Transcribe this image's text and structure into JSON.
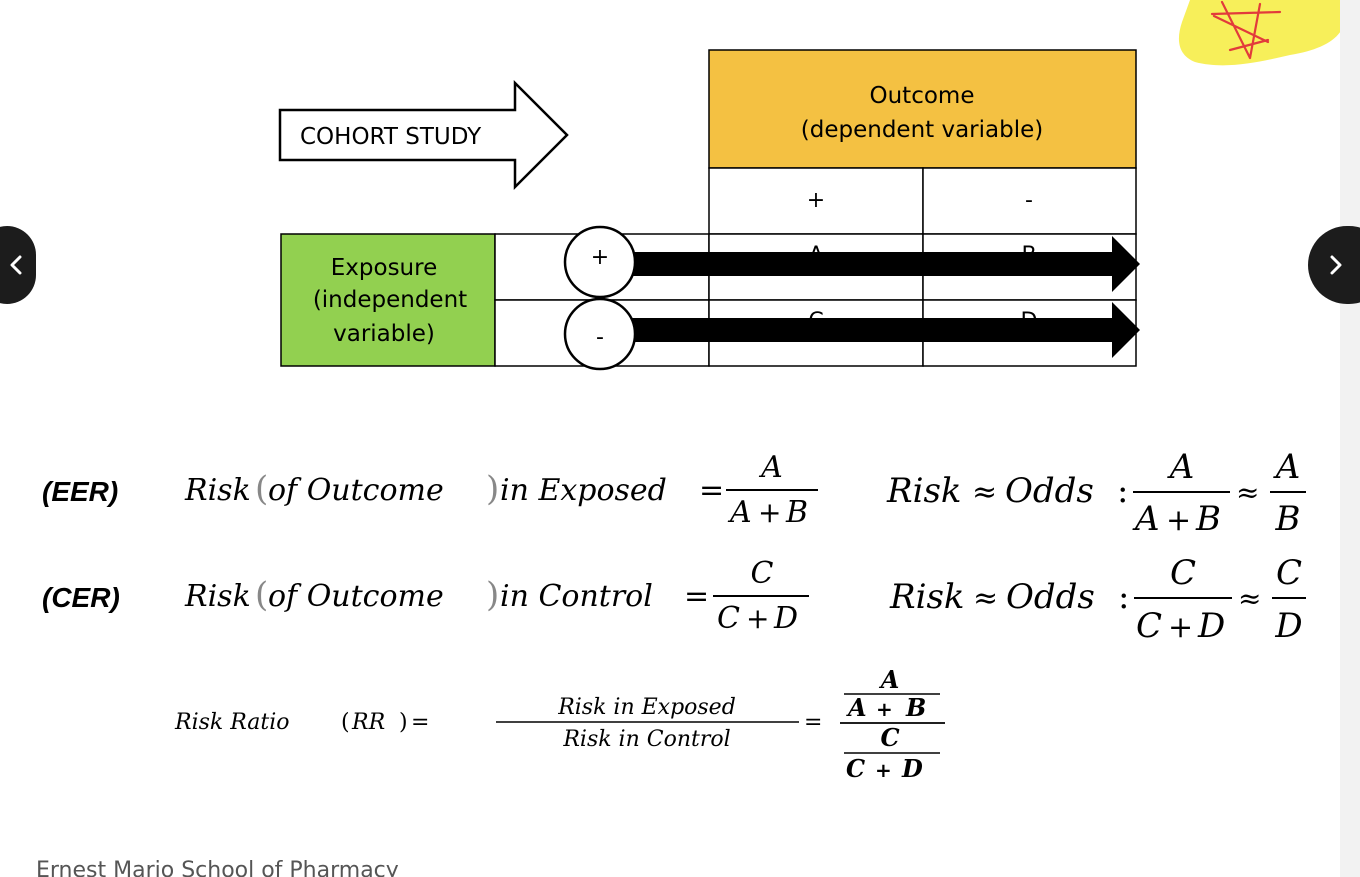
{
  "diagram": {
    "arrow_label": "COHORT STUDY",
    "outcome_header": {
      "line1": "Outcome",
      "line2": "(dependent variable)"
    },
    "outcome_plus": "+",
    "outcome_minus": "-",
    "exposure_header": {
      "line1": "Exposure",
      "line2": "(independent",
      "line3": "variable)"
    },
    "exposure_plus": "+",
    "exposure_minus": "-",
    "cells": {
      "a": "A",
      "b": "B",
      "c": "C",
      "d": "D"
    },
    "colors": {
      "outcome_fill": "#f4c142",
      "exposure_fill": "#92d050",
      "sticker_fill": "#f7ef5a",
      "sticker_stroke": "#e23b3b"
    }
  },
  "formulas": {
    "eer": {
      "tag": "(EER)",
      "lhs": "Risk",
      "paren_text": "of Outcome",
      "rest": "in Exposed",
      "num": "A",
      "den_left": "A",
      "den_right": "B",
      "approx_label": "Risk",
      "odds_label": "Odds",
      "num2": "A",
      "den2_left": "A",
      "den2_right": "B",
      "num3": "A",
      "den3": "B"
    },
    "cer": {
      "tag": "(CER)",
      "lhs": "Risk",
      "paren_text": "of Outcome",
      "rest": "in Control",
      "num": "C",
      "den_left": "C",
      "den_right": "D",
      "approx_label": "Risk",
      "odds_label": "Odds",
      "num2": "C",
      "den2_left": "C",
      "den2_right": "D",
      "num3": "C",
      "den3": "D"
    },
    "rr": {
      "lhs": "Risk Ratio",
      "abbr": "RR",
      "num_text": "Risk in Exposed",
      "den_text": "Risk in Control",
      "top_num": "A",
      "top_den_left": "A",
      "top_den_right": "B",
      "bot_num": "C",
      "bot_den_left": "C",
      "bot_den_right": "D"
    }
  },
  "footer": {
    "text": "Ernest Mario School of Pharmacy"
  },
  "nav": {
    "prev_icon": "chevron-left-icon",
    "next_icon": "chevron-right-icon"
  }
}
